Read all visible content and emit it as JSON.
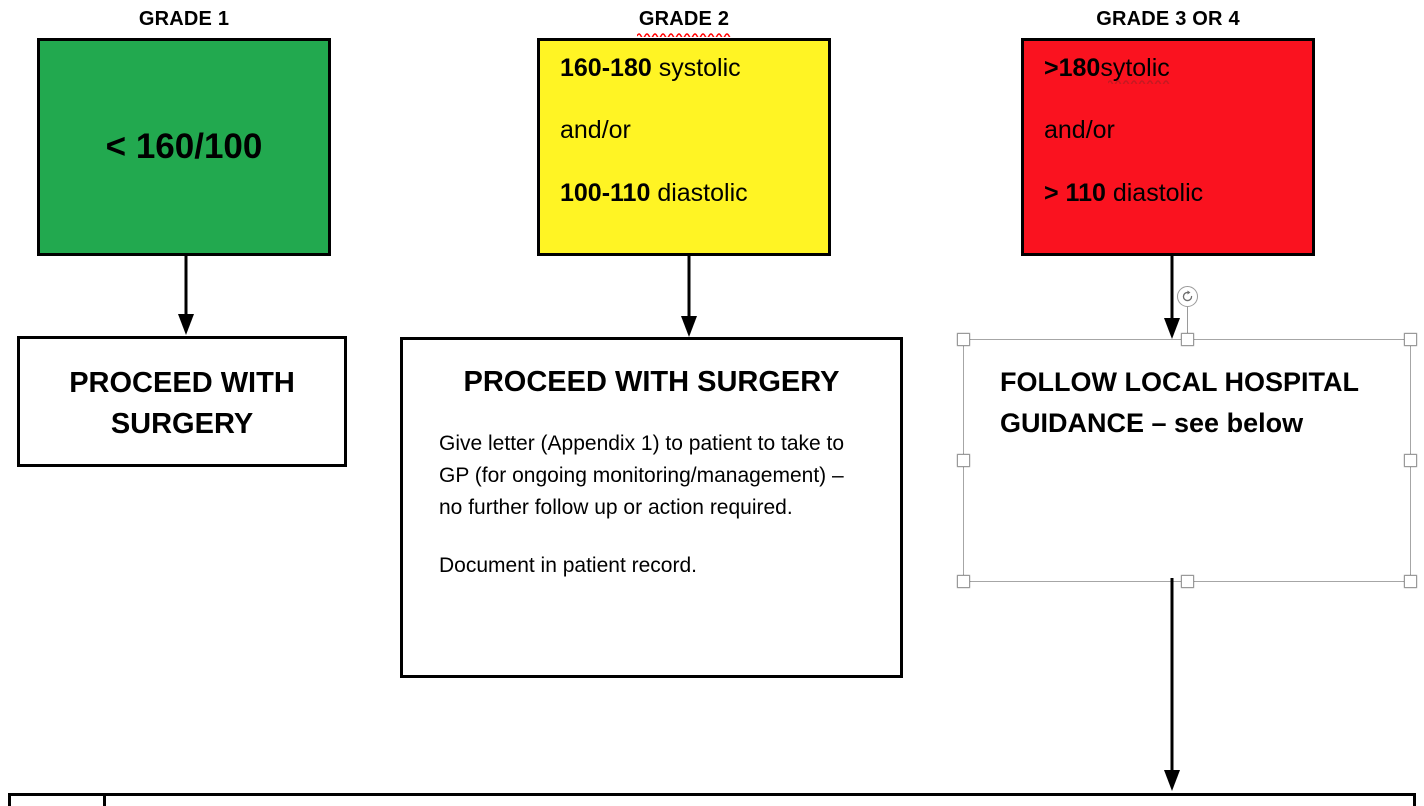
{
  "document": {
    "type": "flowchart",
    "title": "Pre-operative hypertension grading pathway"
  },
  "columns": [
    {
      "id": "grade-1",
      "header": "GRADE 1",
      "header_misspelled": false,
      "box": {
        "fill_color": "#22A94F",
        "color_name": "green",
        "center_text": "< 160/100"
      },
      "action": {
        "title": "PROCEED WITH SURGERY",
        "body": []
      }
    },
    {
      "id": "grade-2",
      "header": "GRADE 2",
      "header_misspelled": true,
      "box": {
        "fill_color": "#FFF424",
        "color_name": "yellow",
        "criteria": [
          {
            "value": "160-180",
            "label": " systolic",
            "misspelled": false
          },
          {
            "value": "",
            "label": "and/or",
            "misspelled": false
          },
          {
            "value": "100-110",
            "label": " diastolic",
            "misspelled": false
          }
        ]
      },
      "action": {
        "title": "PROCEED WITH SURGERY",
        "body": [
          "Give letter (Appendix 1) to patient to take to GP (for ongoing monitoring/management) – no further follow up or action required.",
          "Document in patient record."
        ]
      }
    },
    {
      "id": "grade-3-or-4",
      "header": "GRADE 3 OR 4",
      "header_misspelled": false,
      "box": {
        "fill_color": "#FA121F",
        "color_name": "red",
        "criteria": [
          {
            "value": ">180",
            "label": " sytolic",
            "misspelled": true
          },
          {
            "value": "",
            "label": "and/or",
            "misspelled": false
          },
          {
            "value": "> 110",
            "label": " diastolic",
            "misspelled": false
          }
        ]
      },
      "action": {
        "title": "FOLLOW LOCAL HOSPITAL GUIDANCE – see below",
        "selected": true,
        "selection": {
          "handle_count": 8,
          "rotation_handle": true,
          "rotation_icon": "rotate-clockwise-icon",
          "handle_fill": "#FFFFFF",
          "handle_border": "#9A9A9A",
          "frame_border": "#A6A6A6"
        }
      }
    }
  ],
  "arrows": {
    "icon": "arrow-down-icon",
    "color": "#000000",
    "count": 4
  },
  "bottom_table": {
    "visible_fragment": true,
    "border_color": "#000000",
    "columns": 2
  },
  "theme": {
    "page_background": "#FFFFFF",
    "text_color": "#000000",
    "spellcheck_underline": "#FF0000",
    "green": "#22A94F",
    "yellow": "#FFF424",
    "red": "#FA121F"
  }
}
